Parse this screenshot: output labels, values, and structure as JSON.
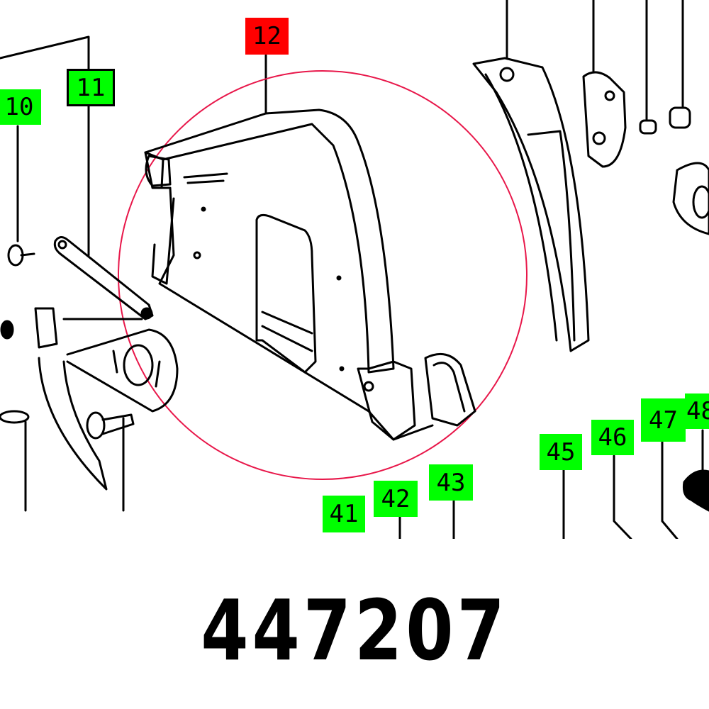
{
  "diagram": {
    "type": "exploded-parts-diagram",
    "highlight_color": "#ff0000",
    "callout_color": "#00ff00",
    "highlighted_part": "12",
    "callouts": [
      {
        "id": "10",
        "label": "10",
        "color": "green"
      },
      {
        "id": "11",
        "label": "11",
        "color": "green"
      },
      {
        "id": "12",
        "label": "12",
        "color": "red"
      },
      {
        "id": "41",
        "label": "41",
        "color": "green"
      },
      {
        "id": "42",
        "label": "42",
        "color": "green"
      },
      {
        "id": "43",
        "label": "43",
        "color": "green"
      },
      {
        "id": "45",
        "label": "45",
        "color": "green"
      },
      {
        "id": "46",
        "label": "46",
        "color": "green"
      },
      {
        "id": "47",
        "label": "47",
        "color": "green"
      },
      {
        "id": "48",
        "label": "48",
        "color": "green"
      }
    ]
  },
  "part_number": "447207"
}
